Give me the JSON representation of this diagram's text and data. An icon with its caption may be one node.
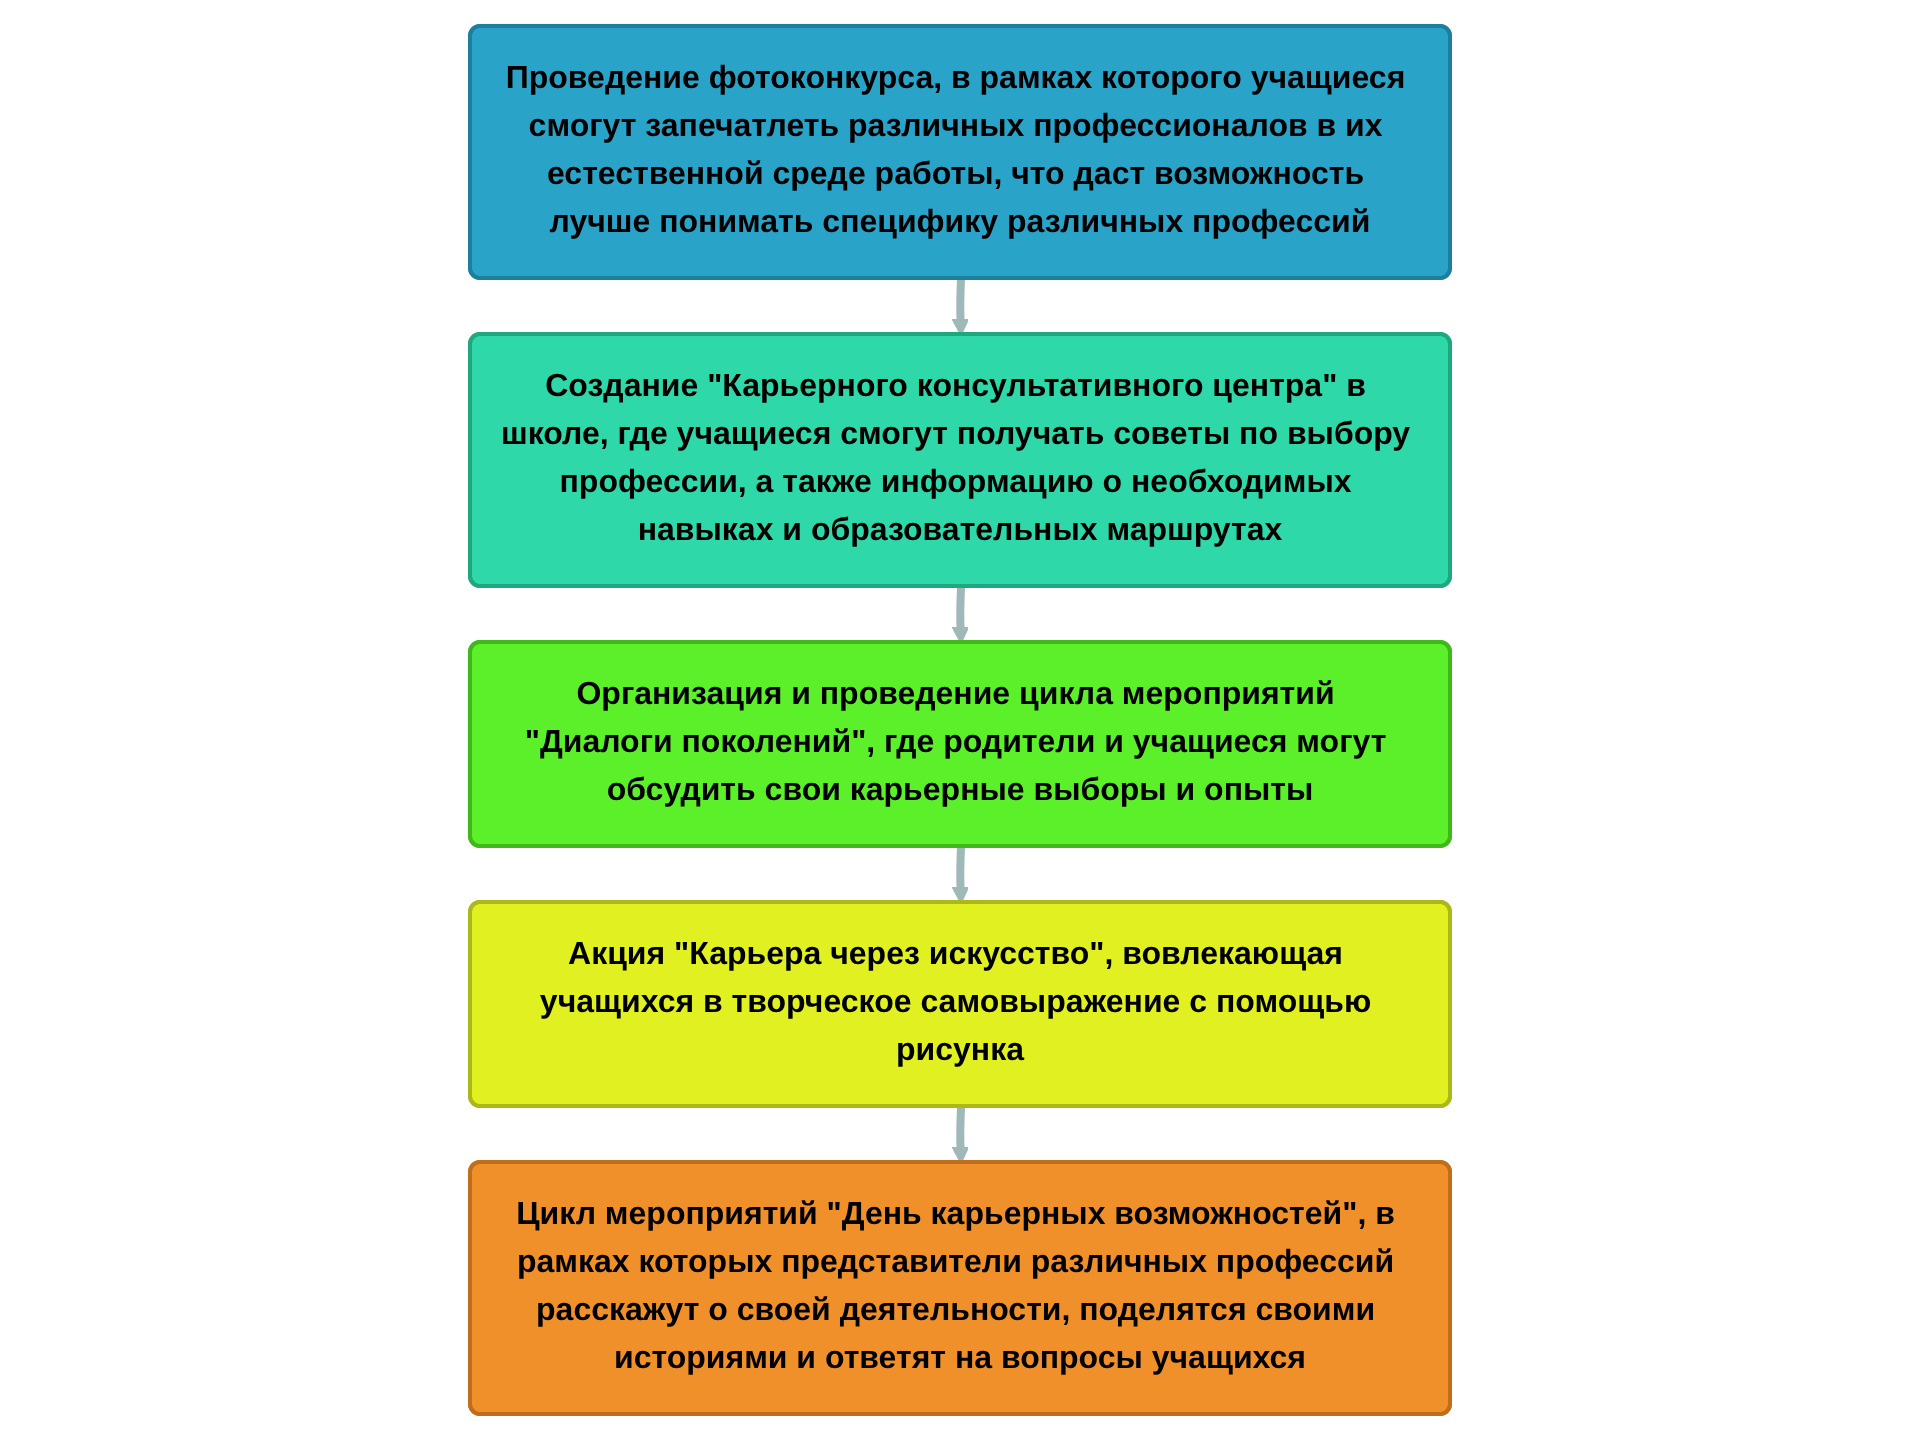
{
  "diagram": {
    "nodes": [
      {
        "text": [
          "Проведение фотоконкурса, в рамках которого учащиеся смогут запечатлеть различных профессионалов в их естественной среде работы, что даст возможность лучше понимать специфику различных профессий"
        ]
      },
      {
        "text": [
          "Создание \"Карьерного консультативного центра\" в школе, где учащиеся смогут получать советы по выбору профессии, а также информацию о необходимых навыках и образовательных маршрутах"
        ]
      },
      {
        "text": [
          "Организация и проведение цикла мероприятий \"Диалоги поколений\", где родители и учащиеся могут обсудить свои карьерные выборы и опыты"
        ]
      },
      {
        "text": [
          "Акция \"Карьера через искусство\", вовлекающая учащихся в творческое самовыражение с помощью рисунка"
        ]
      },
      {
        "text": [
          "Цикл мероприятий \"День карьерных возможностей\", в рамках которых представители различных профессий расскажут о своей деятельности, поделятся своими историями и ответят на вопросы учащихся"
        ]
      }
    ],
    "edges": [
      {
        "from": 0,
        "to": 1,
        "arrow": "to"
      },
      {
        "from": 1,
        "to": 2,
        "arrow": "to"
      },
      {
        "from": 2,
        "to": 3,
        "arrow": "to"
      },
      {
        "from": 3,
        "to": 4,
        "arrow": "to"
      }
    ]
  }
}
